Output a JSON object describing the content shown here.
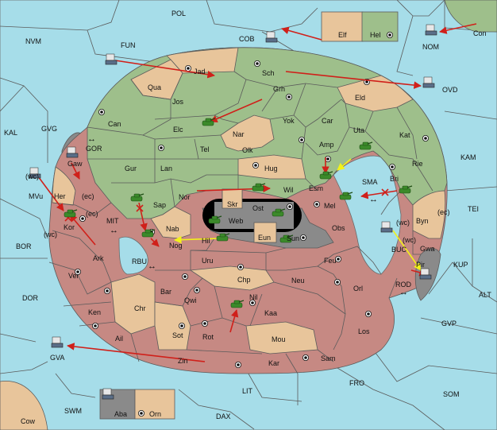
{
  "colors": {
    "sea": "#a6dde9",
    "green_power": "#9ebf8b",
    "tan_power": "#e8c59b",
    "red_power": "#c68983",
    "impassable": "#8a8a8a",
    "move_order": "#d0201a",
    "support_order": "#f2f21a"
  },
  "sea_labels": {
    "pol": "POL",
    "fun": "FUN",
    "cob": "COB",
    "nvm": "NVM",
    "nom": "NOM",
    "ovd": "OVD",
    "kal": "KAL",
    "gvg": "GVG",
    "gor": "GOR",
    "kam": "KAM",
    "sma": "SMA",
    "tei": "TEI",
    "mit": "MIT",
    "bor": "BOR",
    "rbu": "RBU",
    "buc": "BUC",
    "kup": "KUP",
    "rod": "ROD",
    "alt": "ALT",
    "dor": "DOR",
    "gvp": "GVP",
    "gva": "GVA",
    "fro": "FRO",
    "lit": "LIT",
    "som": "SOM",
    "swm": "SWM",
    "dax": "DAX"
  },
  "provinces": {
    "jad": "Jad",
    "sch": "Sch",
    "qua": "Qua",
    "jos": "Jos",
    "grh": "Grh",
    "eld": "Eld",
    "can": "Can",
    "elc": "Elc",
    "nar": "Nar",
    "yok": "Yok",
    "car": "Car",
    "uta": "Uta",
    "kat": "Kat",
    "tel": "Tel",
    "olk": "Olk",
    "amp": "Amp",
    "rie": "Rie",
    "gur": "Gur",
    "lan": "Lan",
    "hug": "Hug",
    "esm": "Esm",
    "bri": "Bri",
    "nor": "Nor",
    "wil": "Wil",
    "skr": "Skr",
    "ost": "Ost",
    "web": "Web",
    "mel": "Mel",
    "byn": "Byn",
    "sap": "Sap",
    "nab": "Nab",
    "eun": "Eun",
    "sun": "Sun",
    "obs": "Obs",
    "hil": "Hil",
    "nog": "Nog",
    "gwa": "Gwa",
    "uru": "Uru",
    "feu": "Feu",
    "pir": "Pir",
    "chp": "Chp",
    "neu": "Neu",
    "orl": "Orl",
    "bar": "Bar",
    "qwi": "Qwi",
    "nil": "Nil",
    "kaa": "Kaa",
    "chr": "Chr",
    "sot": "Sot",
    "rot": "Rot",
    "mou": "Mou",
    "los": "Los",
    "ken": "Ken",
    "ail": "Ail",
    "zin": "Zin",
    "kar": "Kar",
    "sam": "Sam",
    "ver": "Ver",
    "ark": "Ark",
    "kor": "Kor",
    "her": "Her",
    "gaw": "Gaw",
    "mvu": "MVu",
    "elf": "Elf",
    "hel": "Hel",
    "con": "Con",
    "aba": "Aba",
    "orn": "Orn",
    "cow": "Cow"
  },
  "coast_tags": {
    "mvu_wc": "(wc)",
    "her_ec": "(ec)",
    "kor_wc": "(wc)",
    "kor_ec": "(ec)",
    "byn_ec": "(ec)",
    "gwa_wc": "(wc)",
    "pir_wc": "(wc)"
  },
  "canal_symbol": "↔",
  "units": {
    "armies": [
      "Elc",
      "Wil",
      "Esm",
      "Uta",
      "Bri",
      "Mel",
      "Sap",
      "Kor",
      "Nog",
      "Web",
      "Ost",
      "Hil",
      "Sun",
      "Nil"
    ],
    "fleets": [
      "COB",
      "Con",
      "FUN",
      "OVD",
      "Gaw",
      "MVu",
      "BUC",
      "Pir",
      "GVA",
      "Aba"
    ]
  }
}
